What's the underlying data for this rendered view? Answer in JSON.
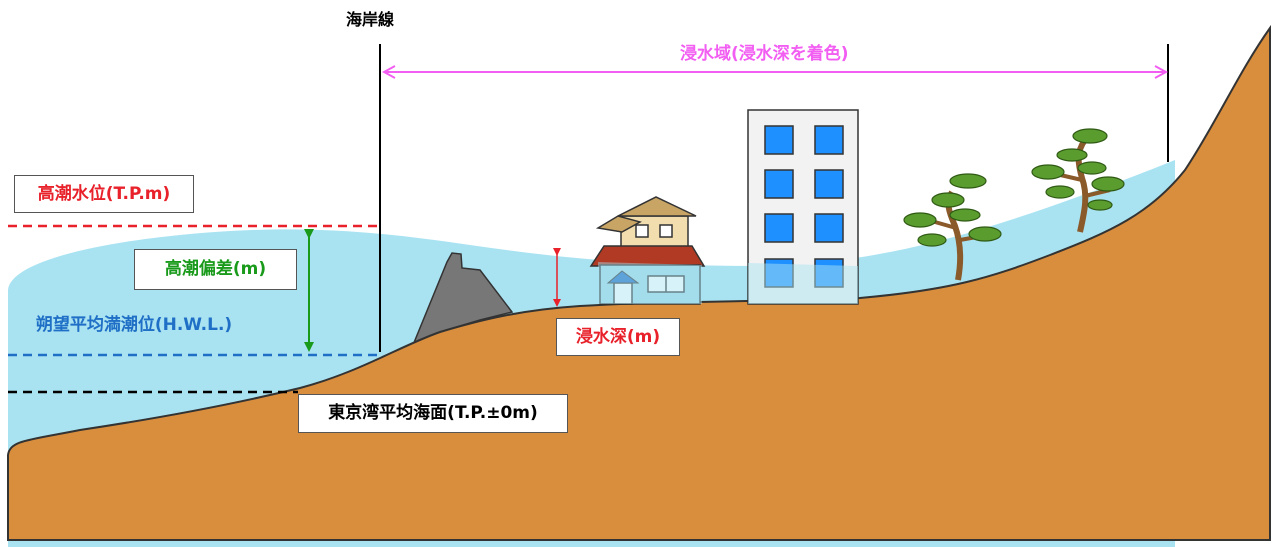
{
  "labels": {
    "coastline": "海岸線",
    "flood_area": "浸水域(浸水深を着色)",
    "high_tide_level": "高潮水位(T.P.m)",
    "storm_surge_deviation": "高潮偏差(m)",
    "hwl": "朔望平均満潮位(H.W.L.)",
    "flood_depth": "浸水深(m)",
    "mean_sea_level": "東京湾平均海面(T.P.±0m)"
  },
  "colors": {
    "ground": "#d98e3e",
    "water": "#a9e3f2",
    "high_tide_line": "#e8212b",
    "hwl_line": "#1f6fc6",
    "mean_sea_line": "#000000",
    "surge_arrow": "#1a9a1a",
    "depth_arrow": "#e8212b",
    "flood_arrow": "#f25ef2",
    "seawall": "#777777",
    "building": "#f2f2f2",
    "window": "#1e90ff",
    "tree_foliage": "#5a9c2e",
    "trunk": "#8b5a2b"
  }
}
